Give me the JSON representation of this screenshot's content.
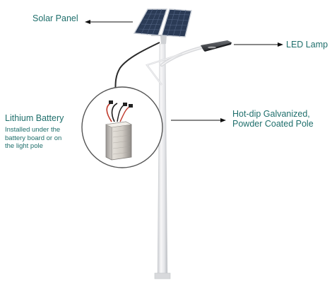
{
  "labels": {
    "solar_panel": "Solar Panel",
    "led_lamp": "LED Lamp",
    "pole_line1": "Hot-dip Galvanized,",
    "pole_line2": "Powder Coated Pole",
    "battery_title": "Lithium Battery",
    "battery_desc_line1": "Installed under the",
    "battery_desc_line2": "battery board or on",
    "battery_desc_line3": "the light pole"
  },
  "colors": {
    "label_text": "#1f6f6c",
    "panel_cell": "#2b3b56",
    "pole": "#e6e7e9",
    "arrow": "#111111"
  }
}
